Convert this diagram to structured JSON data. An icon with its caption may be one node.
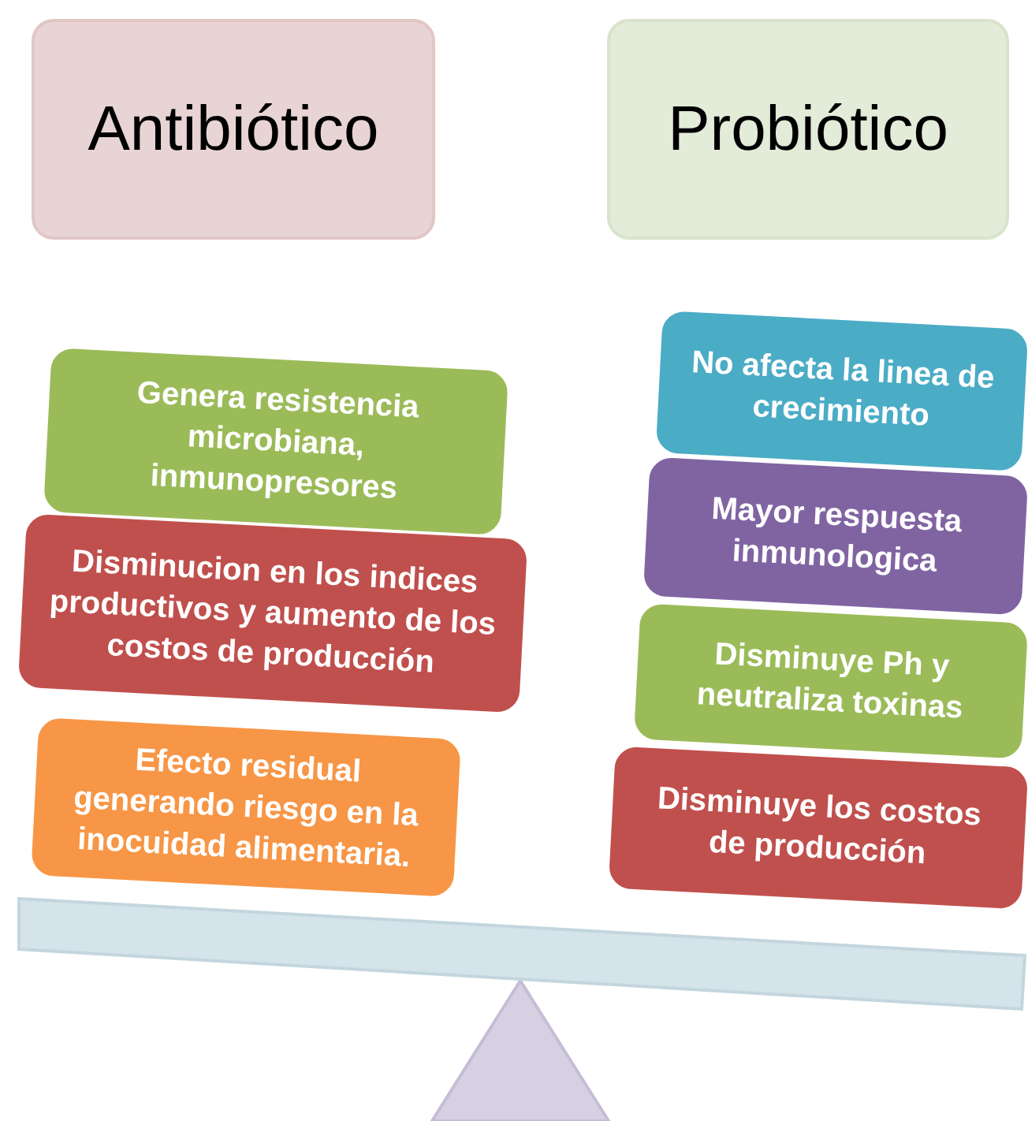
{
  "diagram": {
    "nodes": [
      {
        "text": [
          "Antibiótico"
        ]
      },
      {
        "text": [
          "Probiótico"
        ]
      },
      {
        "text": [
          "Genera resistencia microbiana, inmunopresores"
        ]
      },
      {
        "text": [
          "Disminucion en los indices productivos y aumento de los costos de producción"
        ]
      },
      {
        "text": [
          "Efecto residual generando riesgo en la inocuidad alimentaria."
        ]
      },
      {
        "text": [
          "No afecta la linea de crecimiento"
        ]
      },
      {
        "text": [
          "Mayor respuesta inmunologica"
        ]
      },
      {
        "text": [
          "Disminuye Ph y neutraliza toxinas"
        ]
      },
      {
        "text": [
          "Disminuye los costos de producción"
        ]
      }
    ],
    "edges": []
  }
}
